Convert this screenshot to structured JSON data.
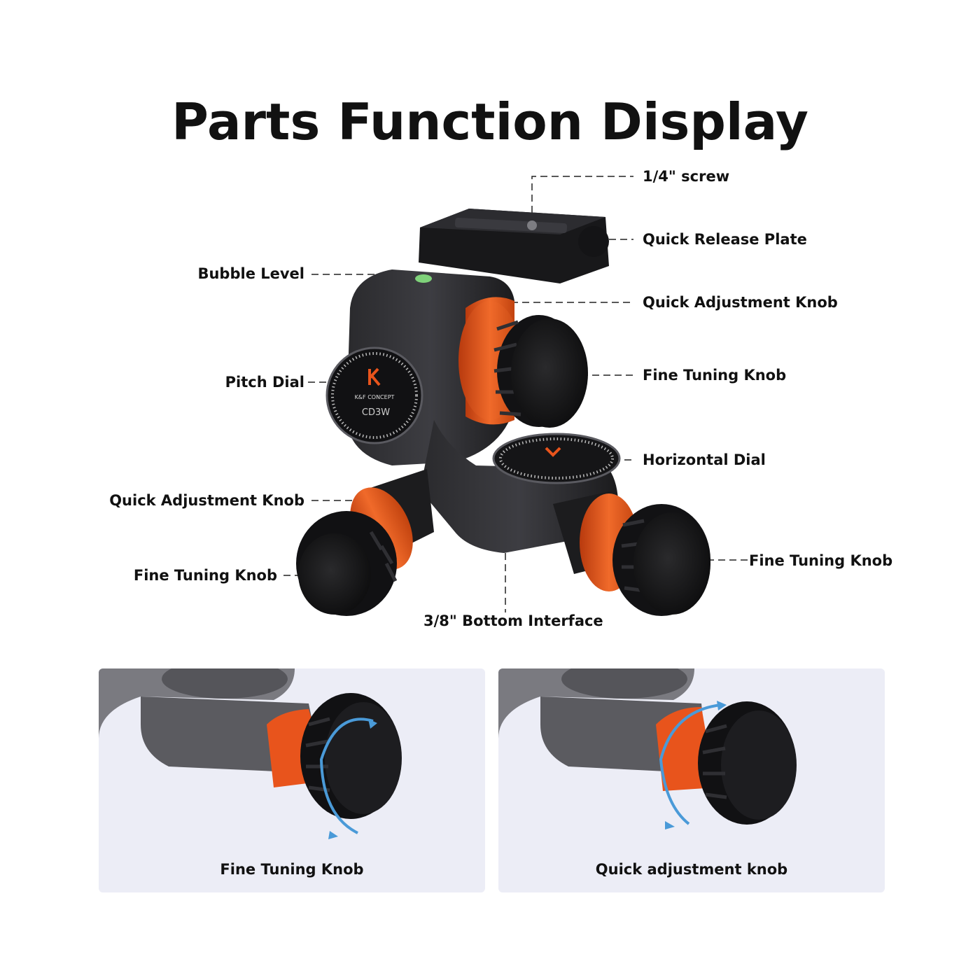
{
  "title": "Parts Function Display",
  "labels": {
    "screw": "1/4\" screw",
    "quick_release_plate": "Quick Release Plate",
    "bubble_level": "Bubble Level",
    "quick_adjustment_knob_top": "Quick Adjustment Knob",
    "pitch_dial": "Pitch Dial",
    "fine_tuning_knob_top": "Fine Tuning Knob",
    "horizontal_dial": "Horizontal Dial",
    "quick_adjustment_knob_left": "Quick Adjustment Knob",
    "fine_tuning_knob_right": "Fine Tuning Knob",
    "fine_tuning_knob_left": "Fine Tuning Knob",
    "bottom_interface": "3/8\" Bottom Interface"
  },
  "dial": {
    "brand": "K&F CONCEPT",
    "model": "CD3W"
  },
  "panels": [
    {
      "caption": "Fine Tuning Knob"
    },
    {
      "caption": "Quick adjustment knob"
    }
  ],
  "colors": {
    "accent_orange": "#e8541c",
    "body_dark": "#1c1c1e",
    "panel_bg": "#ecedf6",
    "arrow_blue": "#4a9ad8"
  }
}
